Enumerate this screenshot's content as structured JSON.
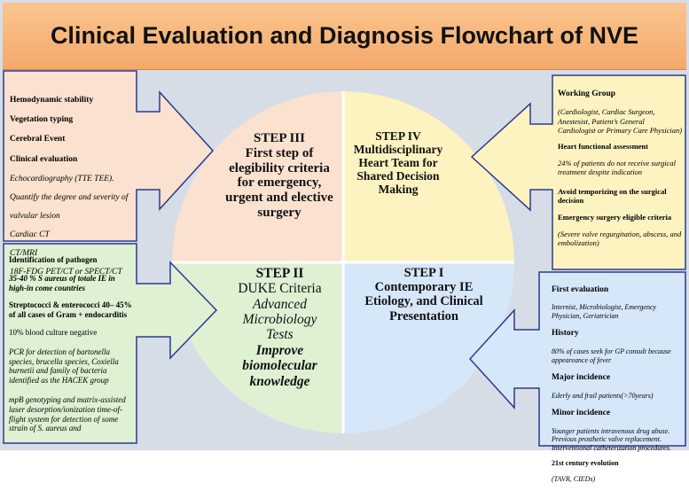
{
  "title": "Clinical Evaluation and Diagnosis Flowchart of NVE",
  "steps": {
    "step3": {
      "heading": "STEP III",
      "lines": [
        "First step of",
        "elegibility criteria",
        "for emergency,",
        "urgent and elective",
        "surgery"
      ]
    },
    "step4": {
      "heading": "STEP IV",
      "lines": [
        "Multidisciplinary",
        "Heart Team for",
        "Shared Decision",
        "Making"
      ]
    },
    "step2": {
      "heading": "STEP II",
      "line1": "DUKE Criteria",
      "italic_lines": [
        "Advanced",
        "Microbiology",
        "Tests",
        "Improve",
        "biomolecular",
        "knowledge"
      ]
    },
    "step1": {
      "heading": "STEP I",
      "lines": [
        "Contemporary IE",
        "Etiology, and Clinical",
        "Presentation"
      ]
    }
  },
  "left_top_box": {
    "items": [
      "Hemodynamic stability",
      "Vegetation typing",
      "Cerebral Event",
      "Clinical evaluation"
    ],
    "details": [
      "Echocardiography (TTE TEE).",
      "Quantify the degree and severity of",
      "valvular lesion",
      "Cardiac CT",
      "CT/MRI",
      "18F-FDG PET/CT or SPECT/CT"
    ]
  },
  "left_bottom_box": {
    "heading": "Identification of pathogen",
    "stat1": "35-40 % S aureus of totale IE in high-in come countries",
    "stat2": "Streptococci & enterococci 40– 45% of all cases of Gram + endocarditis",
    "negative": "10% blood culture negative",
    "pcr": "PCR for detection of bartonella species, brucella species, Coxiella burnetii and family of bacteria identified as the HACEK group",
    "mpb": "mpB genotyping and matrix-assisted laser desorption/ionization time-of-flight system for detection of some strain of S. aureus and"
  },
  "right_top_box": {
    "wg_heading": "Working Group",
    "wg_text": "(Cardiologist, Cardiac Surgeon, Anestesist, Patient’s General Cardiologist or Primary Care Physician)",
    "hf_heading": "Heart functional assessment",
    "hf_text": "24% of patients do not receive surgical treatment despite indication",
    "avoid_heading": "Avoid temporizing on the surgical decision",
    "emerg_heading": "Emergency surgery eligible criteria",
    "emerg_text": "(Severe valve regurgitation, abscess, and embolization)"
  },
  "right_bottom_box": {
    "first_heading": "First evaluation",
    "first_text": "Internist, Microbiologist, Emergency Physician, Geriatrician",
    "history_heading": "History",
    "history_text": "80% of cases seek for GP consult because appeareance of fever",
    "major_heading": "Major incidence",
    "major_text": "Ederly and frail patients(>70years)",
    "minor_heading": "Minor incidence",
    "minor_text": "Younger patients intravenous drug abuse. Previous prosthetic valve replacement. Interventional catheterization procedures.",
    "century_heading": "21st century evolution",
    "century_text": "(TAVR, CIEDs)"
  },
  "colors": {
    "step3": "#fbe1cf",
    "step4": "#fdf3c0",
    "step2": "#def1d3",
    "step1": "#d6e7f9",
    "border": "#2b3a8f",
    "title_bg": "#f5a86a"
  }
}
